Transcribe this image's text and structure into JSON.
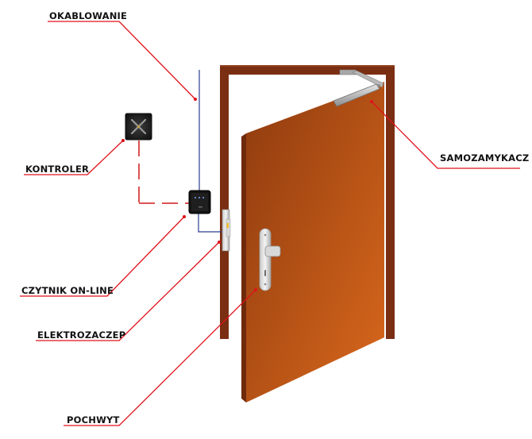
{
  "labels": {
    "okablowanie": "OKABLOWANIE",
    "kontroler": "KONTROLER",
    "czytnik": "CZYTNIK ON-LINE",
    "elektrozaczep": "ELEKTROZACZEP",
    "pochwyt": "POCHWYT",
    "samozamykacz": "SAMOZAMYKACZ"
  },
  "colors": {
    "leader": "#e0121b",
    "frame": "#7a2e12",
    "door_light": "#d9681c",
    "door_dark": "#8f3b0f",
    "cable": "#2b3d8f",
    "dash": "#d01818",
    "device": "#1b1b1b"
  }
}
